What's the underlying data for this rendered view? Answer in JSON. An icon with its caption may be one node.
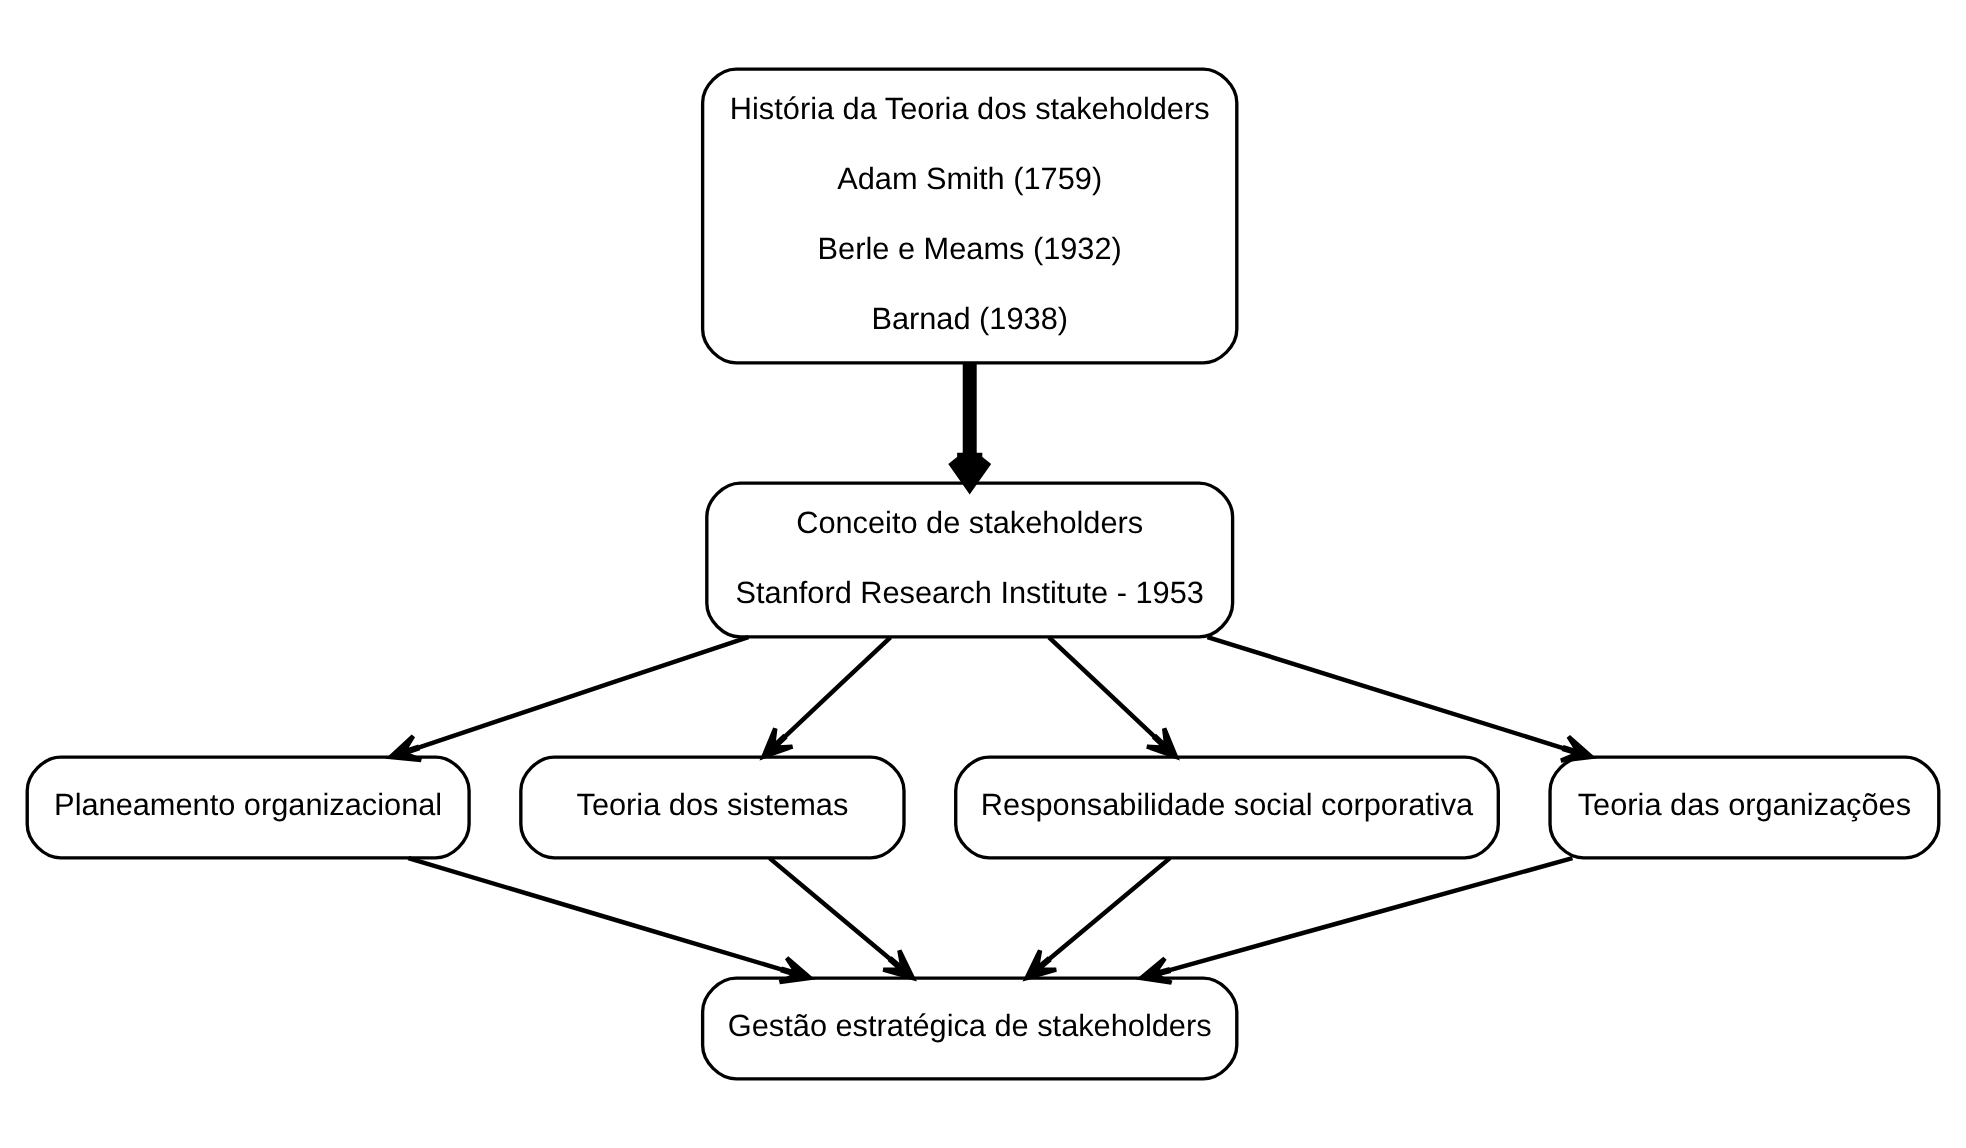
{
  "diagram": {
    "nodes": [
      {
        "text": [
          "História da Teoria dos stakeholders",
          "Adam Smith (1759)",
          "Berle e Meams (1932)",
          "Barnad (1938)"
        ]
      },
      {
        "text": [
          "Conceito de stakeholders",
          "Stanford Research Institute - 1953"
        ]
      },
      {
        "text": [
          "Planeamento organizacional"
        ]
      },
      {
        "text": [
          "Teoria dos sistemas"
        ]
      },
      {
        "text": [
          "Responsabilidade social corporativa"
        ]
      },
      {
        "text": [
          "Teoria das organizações"
        ]
      },
      {
        "text": [
          "Gestão estratégica de stakeholders"
        ]
      }
    ],
    "edges": [
      {
        "from": 0,
        "to": 1,
        "arrow": "to",
        "style": "thick"
      },
      {
        "from": 1,
        "to": 2,
        "arrow": "to"
      },
      {
        "from": 1,
        "to": 3,
        "arrow": "to"
      },
      {
        "from": 1,
        "to": 4,
        "arrow": "to"
      },
      {
        "from": 1,
        "to": 5,
        "arrow": "to"
      },
      {
        "from": 2,
        "to": 6,
        "arrow": "to"
      },
      {
        "from": 3,
        "to": 6,
        "arrow": "to"
      },
      {
        "from": 4,
        "to": 6,
        "arrow": "to"
      },
      {
        "from": 5,
        "to": 6,
        "arrow": "to"
      }
    ]
  }
}
